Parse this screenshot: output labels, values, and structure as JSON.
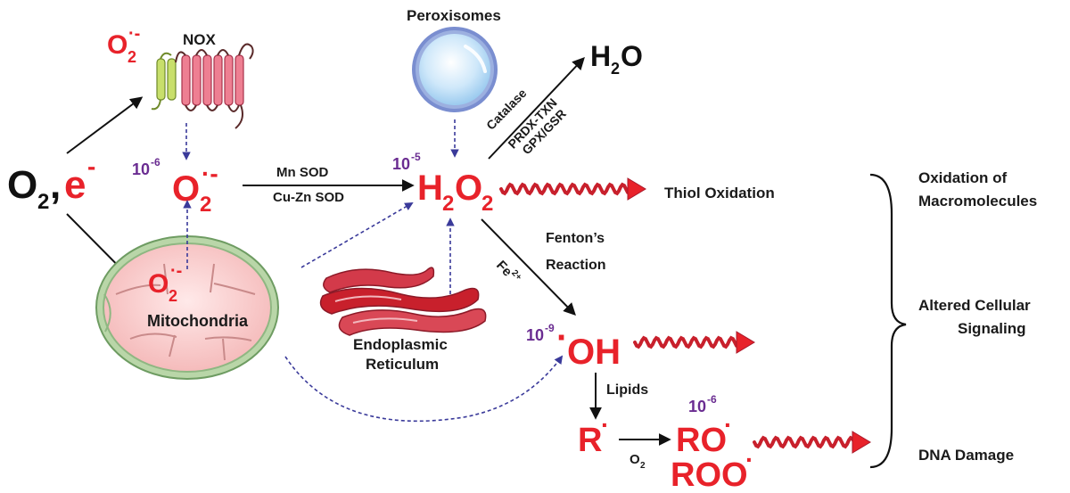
{
  "colors": {
    "species_red": "#e8222a",
    "concentration_purple": "#6a2c91",
    "dashed_arrow_blue": "#3a3a9a",
    "mito_outer": "#f7c9c9",
    "mito_border": "#9cbf8f",
    "er_red": "#c8202c",
    "peroxisome_blue": "#b8dcf5"
  },
  "inputs": {
    "o2": "O",
    "o2_sub": "2",
    "comma": ",",
    "electron": "e",
    "electron_sup": "-"
  },
  "nox": {
    "label": "NOX",
    "superoxide": "O",
    "superoxide_sub": "2",
    "superoxide_sup": "·-"
  },
  "superoxide": {
    "conc_base": "10",
    "conc_exp": "-6",
    "symbol": "O",
    "sub": "2",
    "sup": "·-"
  },
  "mito": {
    "label": "Mitochondria",
    "superoxide": "O",
    "superoxide_sub": "2",
    "superoxide_sup": "·-"
  },
  "sod": {
    "top": "Mn SOD",
    "bottom": "Cu-Zn SOD"
  },
  "peroxisomes": {
    "label": "Peroxisomes"
  },
  "h2o2": {
    "conc_base": "10",
    "conc_exp": "-5",
    "h": "H",
    "sub1": "2",
    "o": "O",
    "sub2": "2"
  },
  "water": {
    "h": "H",
    "sub": "2",
    "o": "O"
  },
  "enzymes": {
    "line1": "Catalase",
    "line2": "PRDX-TXN",
    "line3": "GPX/GSR"
  },
  "thiol": {
    "label": "Thiol Oxidation"
  },
  "fenton": {
    "line1": "Fenton’s",
    "line2": "Reaction",
    "fe": "Fe",
    "fe_sup": "2+"
  },
  "er": {
    "line1": "Endoplasmic",
    "line2": "Reticulum"
  },
  "hydroxyl": {
    "conc_base": "10",
    "conc_exp": "-9",
    "dot": "·",
    "symbol": "OH"
  },
  "lipids": {
    "label": "Lipids"
  },
  "radicals": {
    "r": "R",
    "r_dot": "·",
    "o2": "O",
    "o2_sub": "2",
    "conc_base": "10",
    "conc_exp": "-6",
    "ro": "RO",
    "ro_dot": "·",
    "roo": "ROO",
    "roo_dot": "·"
  },
  "outcomes": {
    "oxidation_line1": "Oxidation of",
    "oxidation_line2": "Macromolecules",
    "signaling_line1": "Altered Cellular",
    "signaling_line2": "Signaling",
    "dna": "DNA Damage"
  },
  "icons": [
    "peroxisome-icon",
    "nox-membrane-protein-icon",
    "mitochondria-icon",
    "endoplasmic-reticulum-icon",
    "wavy-arrow-icon",
    "curly-brace-icon"
  ]
}
